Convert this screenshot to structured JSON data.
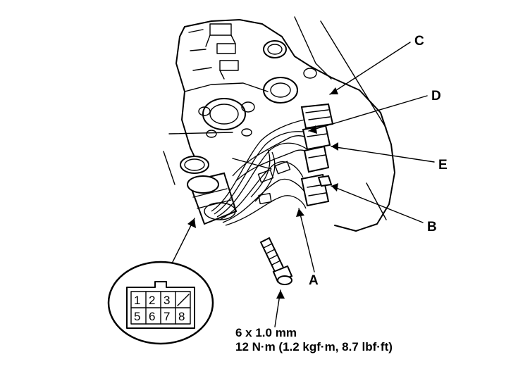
{
  "callouts": {
    "a": "A",
    "b": "B",
    "c": "C",
    "d": "D",
    "e": "E"
  },
  "bolt_spec": {
    "size": "6 x 1.0 mm",
    "torque": "12 N·m (1.2 kgf·m, 8.7 lbf·ft)"
  },
  "connector_pins": {
    "top": [
      "1",
      "2",
      "3"
    ],
    "bottom": [
      "5",
      "6",
      "7",
      "8"
    ]
  }
}
